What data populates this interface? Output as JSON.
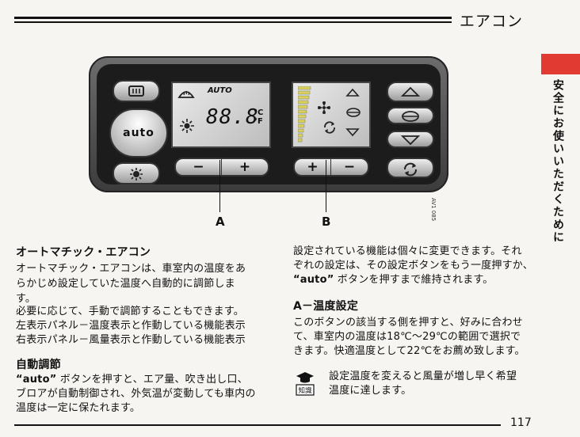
{
  "header": {
    "title": "エアコン"
  },
  "side_tab": {
    "text": "安全にお使いいただくために"
  },
  "panel": {
    "auto_indicator": "AUTO",
    "temp_readout": "88.8",
    "unit_c": "°C",
    "unit_f": "°F",
    "auto_button_label": "auto",
    "left_minus": "−",
    "left_plus": "+",
    "right_plus": "+",
    "right_minus": "−",
    "code": "AV1 085"
  },
  "callouts": {
    "a": "A",
    "b": "B"
  },
  "left_col": {
    "heading": "オートマチック・エアコン",
    "lines": [
      "オートマチック・エアコンは、車室内の温度をあ",
      "らかじめ設定していた温度へ自動的に調節しま",
      "す。",
      "必要に応じて、手動で調節することもできます。",
      "左表示パネル－温度表示と作動している機能表示",
      "右表示パネル－風量表示と作動している機能表示"
    ],
    "heading2": "自動調節",
    "lines2_auto": "“auto”",
    "lines2_rest": " ボタンを押すと、エア量、吹き出し口、",
    "lines2": [
      "ブロアが自動制御され、外気温が変動しても車内の",
      "温度は一定に保たれます。"
    ]
  },
  "right_col": {
    "lines": [
      "設定されている機能は個々に変更できます。それ",
      "ぞれの設定は、その設定ボタンをもう一度押すか、"
    ],
    "line3_auto": "“auto”",
    "line3_rest": " ボタンを押すまで維持されます。",
    "heading": "A－温度設定",
    "lines2": [
      "このボタンの該当する側を押すと、好みに合わせ",
      "て、車室内の温度は18℃～29℃の範囲で選択で",
      "きます。快適温度として22℃をお薦め致します。"
    ],
    "tip_badge": "知識",
    "tip_lines": [
      "設定温度を変えると風量が増し早く希望",
      "温度に達します。"
    ]
  },
  "footer": {
    "page": "117"
  }
}
